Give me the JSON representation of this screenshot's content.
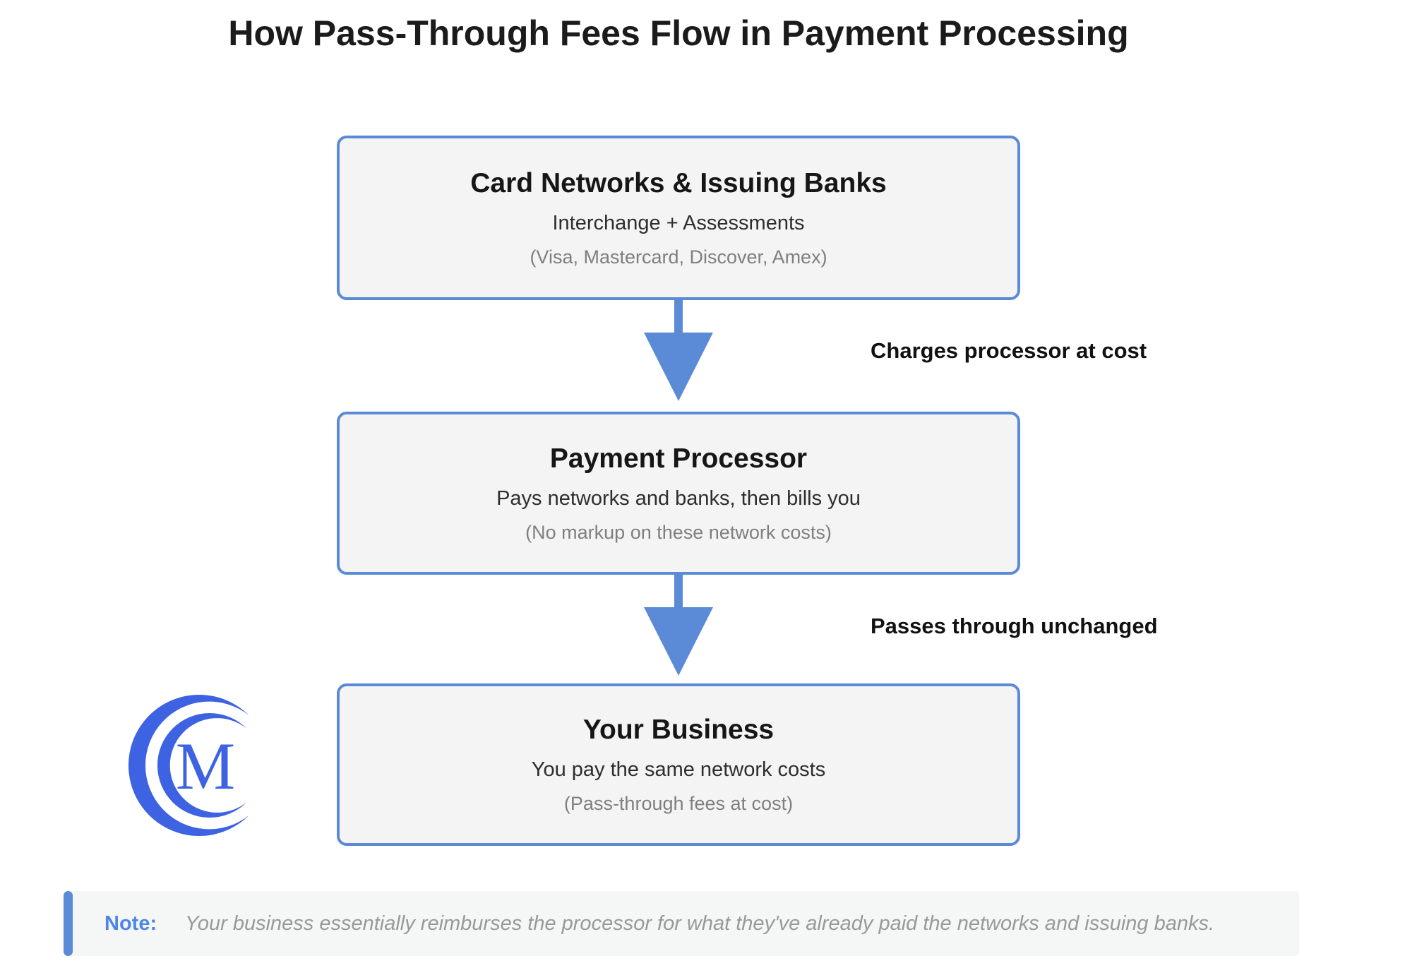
{
  "title": "How Pass-Through Fees Flow in Payment Processing",
  "flow": {
    "boxes": [
      {
        "heading": "Card Networks & Issuing Banks",
        "line1": "Interchange + Assessments",
        "line2": "(Visa, Mastercard, Discover, Amex)"
      },
      {
        "heading": "Payment Processor",
        "line1": "Pays networks and banks, then bills you",
        "line2": "(No markup on these network costs)"
      },
      {
        "heading": "Your Business",
        "line1": "You pay the same network costs",
        "line2": "(Pass-through fees at cost)"
      }
    ],
    "arrows": [
      {
        "label": "Charges processor at cost"
      },
      {
        "label": "Passes through unchanged"
      }
    ]
  },
  "logo": {
    "letter": "M"
  },
  "note": {
    "label": "Note:",
    "text": "Your business essentially reimburses the processor for what they've already paid the networks and issuing banks."
  },
  "colors": {
    "box_border": "#5b8bd6",
    "box_bg": "#f4f4f5",
    "arrow": "#5b8bd6",
    "logo": "#3d63e3",
    "note_accent": "#5b8bd6",
    "note_label": "#4e86e6",
    "note_bg": "#f5f6f6",
    "note_text": "#999999",
    "heading_text": "#161616",
    "muted_text": "#7f7f7f"
  }
}
